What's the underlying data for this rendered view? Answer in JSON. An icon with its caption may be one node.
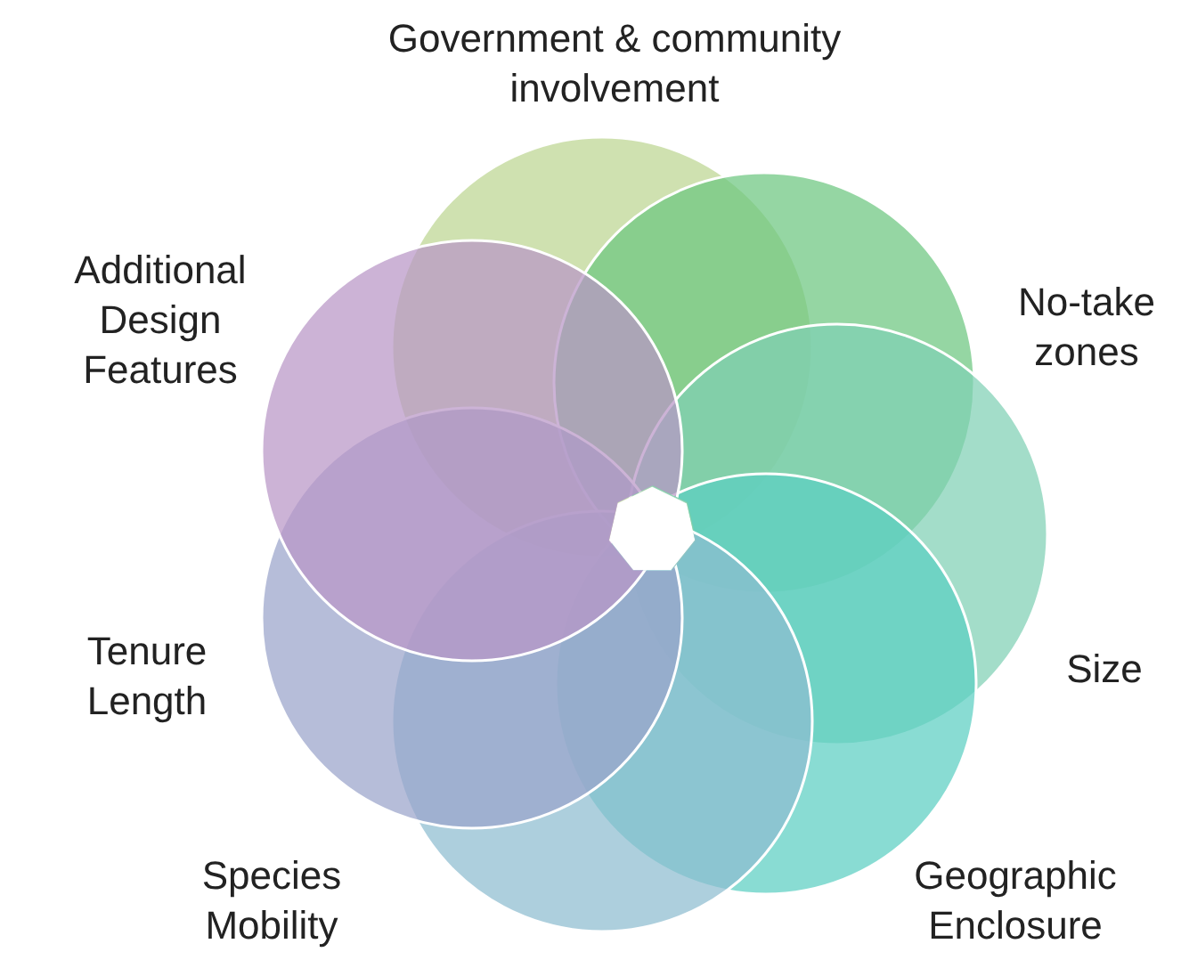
{
  "diagram": {
    "nodes": [
      {
        "text": [
          "Government & community involvement"
        ]
      },
      {
        "text": [
          "No-take zones"
        ]
      },
      {
        "text": [
          "Size"
        ]
      },
      {
        "text": [
          "Geographic Enclosure"
        ]
      },
      {
        "text": [
          "Species Mobility"
        ]
      },
      {
        "text": [
          "Tenure Length"
        ]
      },
      {
        "text": [
          "Additional Design Features"
        ]
      }
    ],
    "edges": []
  }
}
